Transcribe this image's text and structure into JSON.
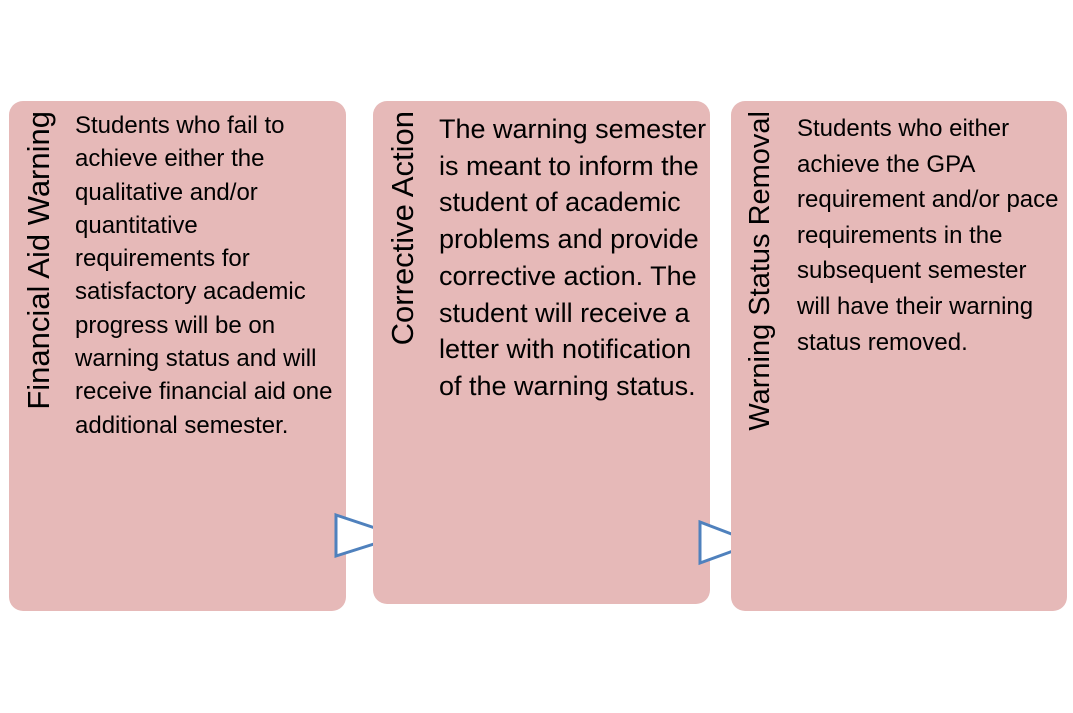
{
  "steps": [
    {
      "title": "Financial Aid Warning",
      "text": "Students who fail to achieve either the qualitative and/or quantitative requirements for satisfactory academic progress will be on warning status and will receive financial aid one additional semester."
    },
    {
      "title": "Corrective Action",
      "text": "The warning semester is meant to inform the student of academic problems and provide corrective action. The student will receive a letter with notification of the warning status."
    },
    {
      "title": "Warning Status Removal",
      "text": "Students who either achieve the GPA requirement and/or pace requirements in the subsequent semester will have their warning status removed."
    }
  ],
  "colors": {
    "card_fill": "#e6b9b8",
    "arrow_stroke": "#4f81bd",
    "arrow_fill": "#ffffff",
    "text": "#000000"
  }
}
